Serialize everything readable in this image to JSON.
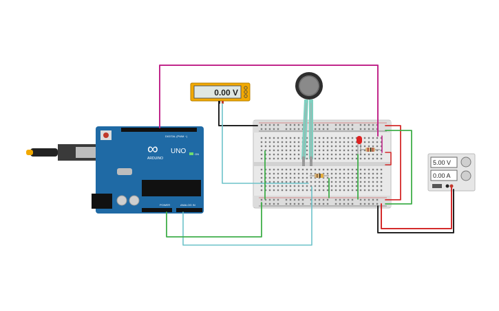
{
  "multimeter": {
    "reading": "0.00 V"
  },
  "power_supply": {
    "voltage": "5.00 V",
    "current": "0.00 A"
  },
  "arduino": {
    "logo": "∞",
    "model": "UNO",
    "brand": "ARDUINO",
    "digital_label": "DIGITAL (PWM ~)",
    "power_label": "POWER",
    "analog_label": "ANALOG IN",
    "on_label": "ON"
  },
  "colors": {
    "arduino_blue": "#1f6aa5",
    "breadboard": "#e8e8e8",
    "multimeter_body": "#f2a900",
    "wire_magenta": "#c0268a",
    "wire_green": "#3fae49",
    "wire_cyan": "#6cc2c9",
    "wire_red": "#d42a2a",
    "wire_black": "#222222"
  }
}
